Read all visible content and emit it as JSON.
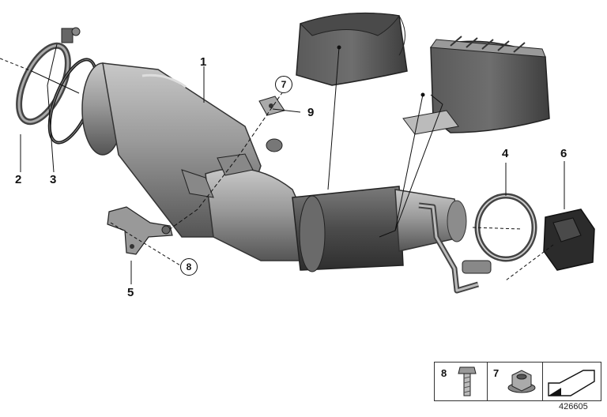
{
  "callouts": {
    "c1": "1",
    "c2": "2",
    "c3": "3",
    "c4": "4",
    "c5": "5",
    "c6": "6",
    "c7": "7",
    "c8": "8",
    "c9": "9"
  },
  "legend": {
    "items": [
      {
        "number": "8",
        "icon": "hex-bolt-icon"
      },
      {
        "number": "7",
        "icon": "hex-flange-nut-icon"
      }
    ],
    "arrow_icon": "assembly-arrow-icon"
  },
  "drawing_number": "426605"
}
